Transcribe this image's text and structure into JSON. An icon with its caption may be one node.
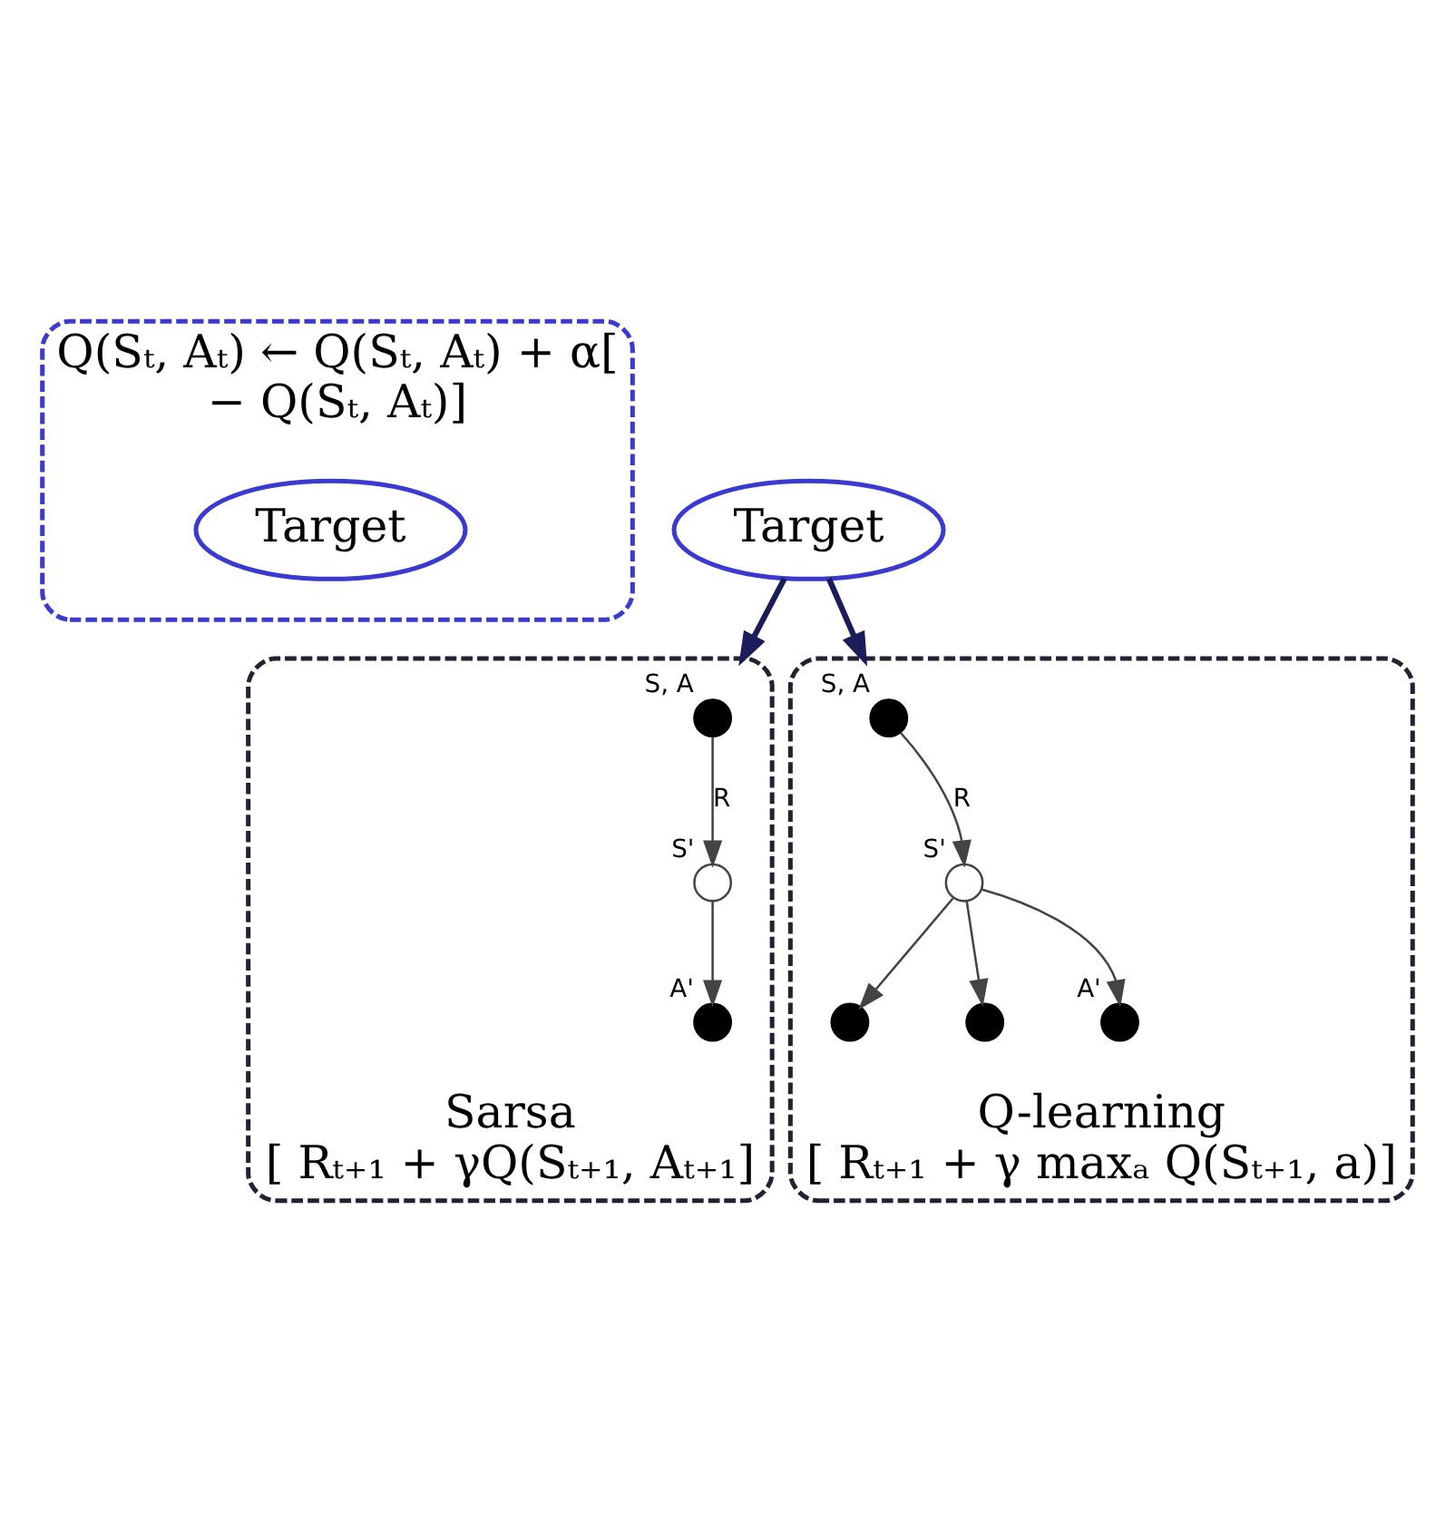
{
  "diagram": {
    "nodes": [
      {
        "text": [
          "Q(Sₜ, Aₜ) ← Q(Sₜ, Aₜ) + α[",
          "− Q(Sₜ, Aₜ)]"
        ]
      },
      {
        "text": [
          "Target"
        ],
        "in": 0
      },
      {
        "text": [
          "Target"
        ]
      },
      {
        "text": [
          "Sarsa",
          "[ Rₜ₊₁ + γQ(Sₜ₊₁, Aₜ₊₁]"
        ]
      },
      {
        "text": [],
        "shape": "circle",
        "in": 3,
        "beside": [
          "S, A"
        ]
      },
      {
        "text": [],
        "shape": "circle",
        "in": 3,
        "beside": [
          "S'"
        ]
      },
      {
        "text": [],
        "shape": "circle",
        "in": 3,
        "beside": [
          "A'"
        ]
      },
      {
        "text": [
          "Q-learning",
          "[ Rₜ₊₁ + γ maxₐ Q(Sₜ₊₁, a)]"
        ]
      },
      {
        "text": [],
        "shape": "circle",
        "in": 7,
        "beside": [
          "S, A"
        ]
      },
      {
        "text": [],
        "shape": "circle",
        "in": 7,
        "beside": [
          "S'"
        ]
      },
      {
        "text": [],
        "shape": "circle",
        "in": 7
      },
      {
        "text": [],
        "shape": "circle",
        "in": 7
      },
      {
        "text": [],
        "shape": "circle",
        "in": 7,
        "beside": [
          "A'"
        ]
      }
    ],
    "edges": [
      {
        "from": 2,
        "to": 3,
        "arrow": "to",
        "color": "#1c1c5a",
        "style": "thick"
      },
      {
        "from": 2,
        "to": 7,
        "arrow": "to",
        "color": "#1c1c5a",
        "style": "thick"
      },
      {
        "from": 4,
        "to": 5,
        "arrow": "to",
        "label": "R"
      },
      {
        "from": 5,
        "to": 6,
        "arrow": "to"
      },
      {
        "from": 8,
        "to": 9,
        "arrow": "to",
        "label": "R"
      },
      {
        "from": 9,
        "to": 10,
        "arrow": "to"
      },
      {
        "from": 9,
        "to": 11,
        "arrow": "to"
      },
      {
        "from": 9,
        "to": 12,
        "arrow": "to"
      }
    ]
  }
}
